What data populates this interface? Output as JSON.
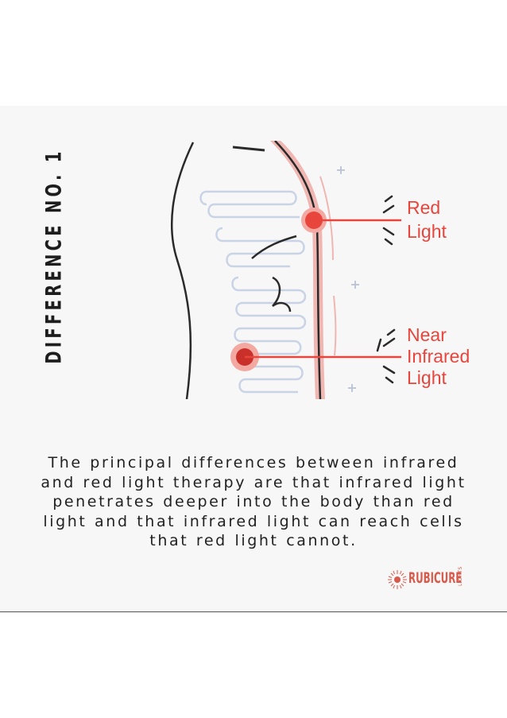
{
  "heading": "DIFFERENCE NO. 1",
  "figure": {
    "labels": {
      "red_line1": "Red",
      "red_line2": "Light",
      "nir_line1": "Near",
      "nir_line2": "Infrared",
      "nir_line3": "Light"
    }
  },
  "body_text": "The principal differences between infrared and red light therapy are that infrared light penetrates deeper into the body than red light and that infrared light can reach cells that red light cannot.",
  "brand": {
    "name": "RUBICURE",
    "sub": "LIGHTS"
  },
  "colors": {
    "accent_red": "#e8453c",
    "skin_pink": "#f0b7b2",
    "vessel_blue": "#c9d3e6",
    "outline": "#2a2a2a"
  }
}
